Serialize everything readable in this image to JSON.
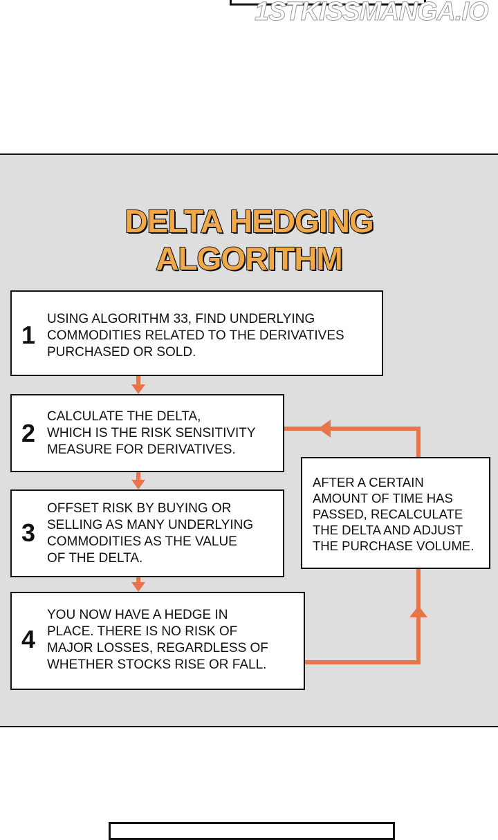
{
  "watermark": "1STKISSMANGA.IO",
  "diagram": {
    "title_line1": "DELTA HEDGING",
    "title_line2": "ALGORITHM",
    "steps": [
      {
        "number": "1",
        "text": "USING ALGORITHM 33, FIND UNDERLYING\nCOMMODITIES RELATED TO THE DERIVATIVES\nPURCHASED OR SOLD."
      },
      {
        "number": "2",
        "text": "CALCULATE THE DELTA,\nWHICH IS THE RISK SENSITIVITY\nMEASURE FOR DERIVATIVES."
      },
      {
        "number": "3",
        "text": "OFFSET RISK BY BUYING OR\nSELLING AS MANY UNDERLYING\nCOMMODITIES AS THE VALUE\nOF THE DELTA."
      },
      {
        "number": "4",
        "text": "YOU NOW HAVE A HEDGE IN\nPLACE. THERE IS NO RISK OF\nMAJOR LOSSES, REGARDLESS OF\nWHETHER STOCKS RISE OR FALL."
      }
    ],
    "loop_text": "AFTER A CERTAIN\nAMOUNT OF TIME HAS\nPASSED, RECALCULATE\nTHE DELTA AND ADJUST\nTHE PURCHASE VOLUME.",
    "colors": {
      "panel": "#dedede",
      "arrow": "#e8744a",
      "title": "#f0a848"
    }
  }
}
